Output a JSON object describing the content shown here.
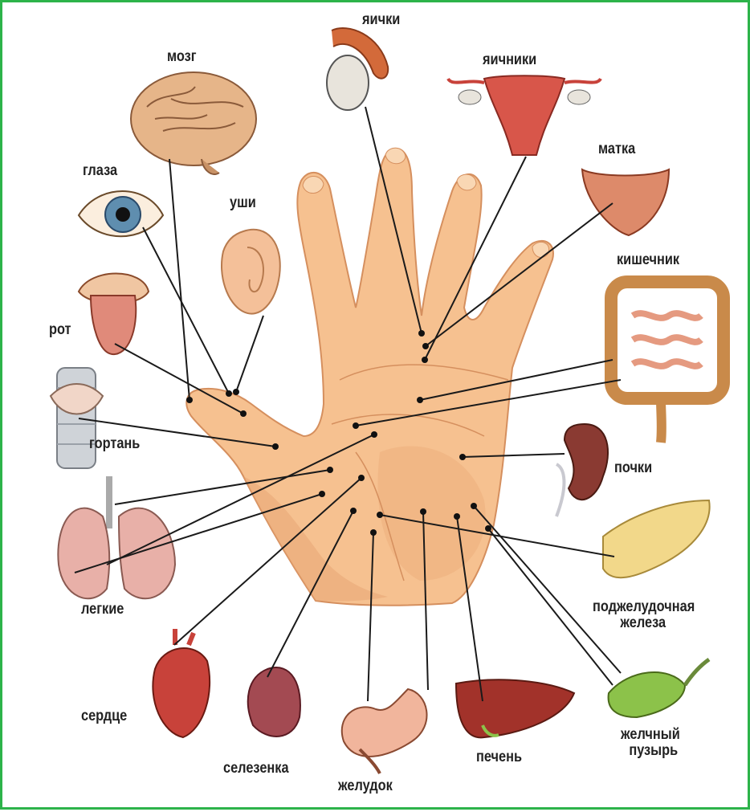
{
  "labels": {
    "brain": "мозг",
    "testicles": "яички",
    "ovaries": "яичники",
    "uterus": "матка",
    "eyes": "глаза",
    "ears": "уши",
    "intestine": "кишечник",
    "mouth": "рот",
    "larynx": "гортань",
    "kidneys": "почки",
    "lungs": "легкие",
    "pancreas_line1": "поджелудочная",
    "pancreas_line2": "железа",
    "heart": "сердце",
    "spleen": "селезенка",
    "stomach": "желудок",
    "liver": "печень",
    "gallbladder_line1": "желчный",
    "gallbladder_line2": "пузырь"
  },
  "colors": {
    "frame": "#2db34a",
    "skin": "#f6c190",
    "skin_shadow": "#e8a574",
    "skin_outline": "#d58f5e",
    "line": "#1a1a1a",
    "brain": "#e6b589",
    "organ_red": "#c8423a",
    "liver": "#a2322a",
    "pancreas": "#f2d88a",
    "gallbladder": "#8cc24a",
    "lung": "#e8b0a8",
    "intestine": "#f0b07a",
    "kidney": "#8a3a32",
    "larynx": "#cfd3d8"
  }
}
